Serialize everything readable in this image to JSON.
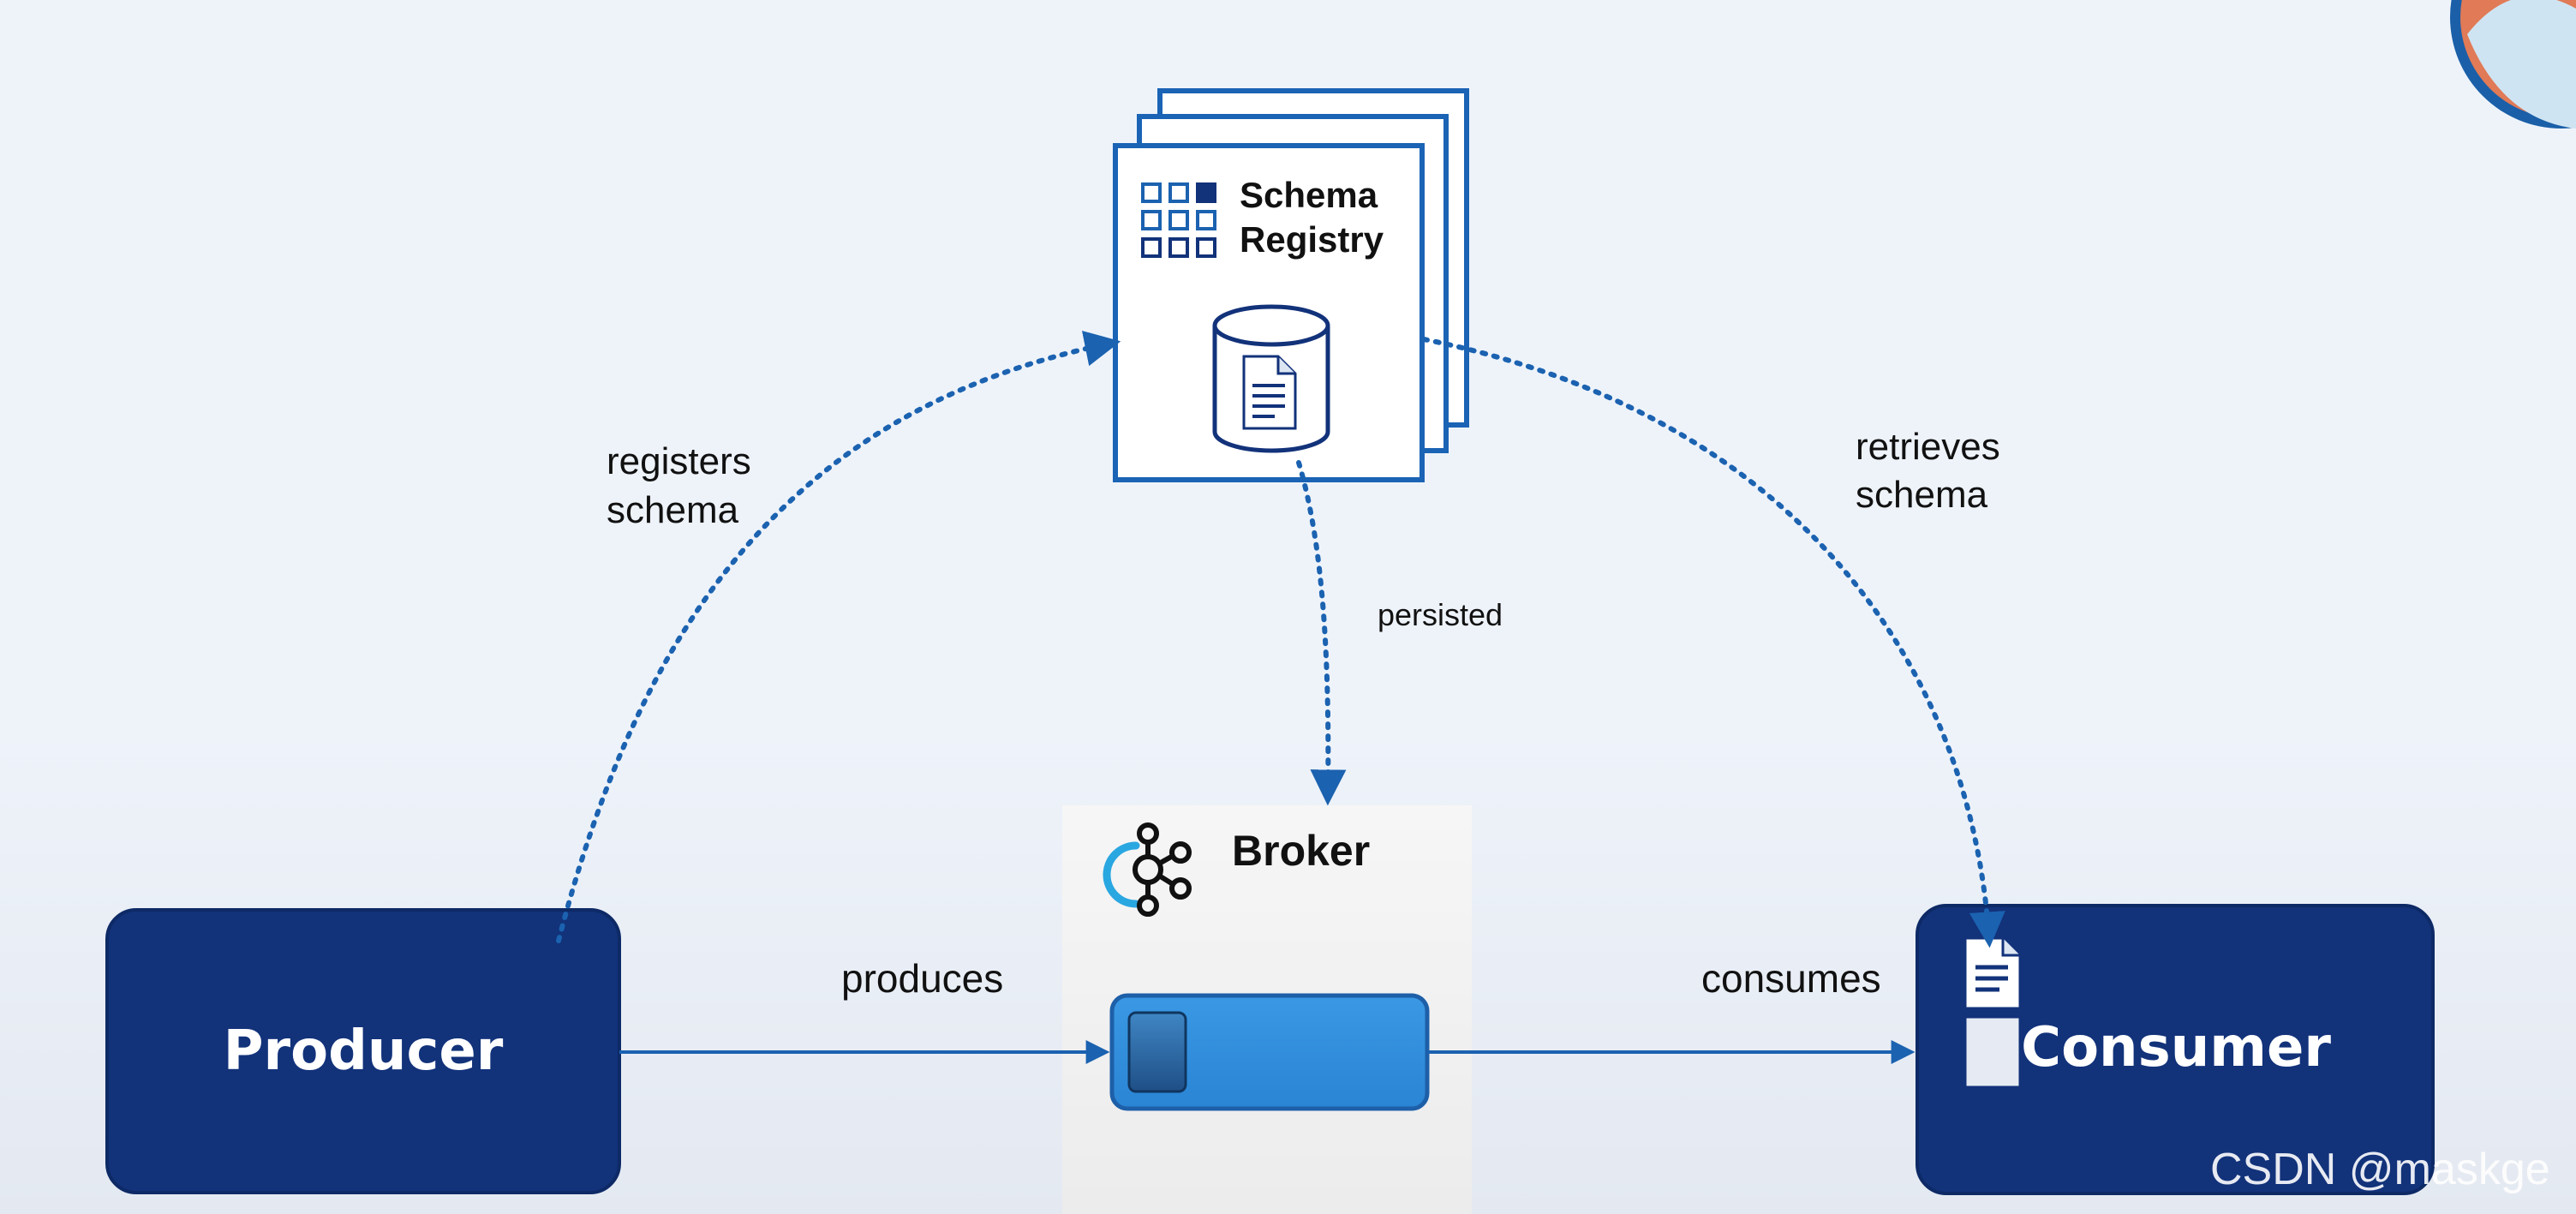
{
  "diagram": {
    "producer": {
      "label": "Producer"
    },
    "consumer": {
      "label": "Consumer"
    },
    "schema_registry": {
      "line1": "Schema",
      "line2": "Registry"
    },
    "broker": {
      "label": "Broker"
    },
    "edges": {
      "registers": {
        "line1": "registers",
        "line2": "schema"
      },
      "retrieves": {
        "line1": "retrieves",
        "line2": "schema"
      },
      "persisted": "persisted",
      "produces": "produces",
      "consumes": "consumes"
    }
  },
  "watermark": "CSDN @maskge",
  "colors": {
    "navy": "#12327a",
    "accent_blue": "#1b62b0",
    "queue_blue": "#2f8ddb",
    "broker_bg": "#f4f4f4",
    "registry_border": "#1a63b5"
  },
  "icons": {
    "registry_grid": "grid-icon",
    "database": "database-icon",
    "document": "document-icon",
    "kafka": "kafka-icon"
  }
}
